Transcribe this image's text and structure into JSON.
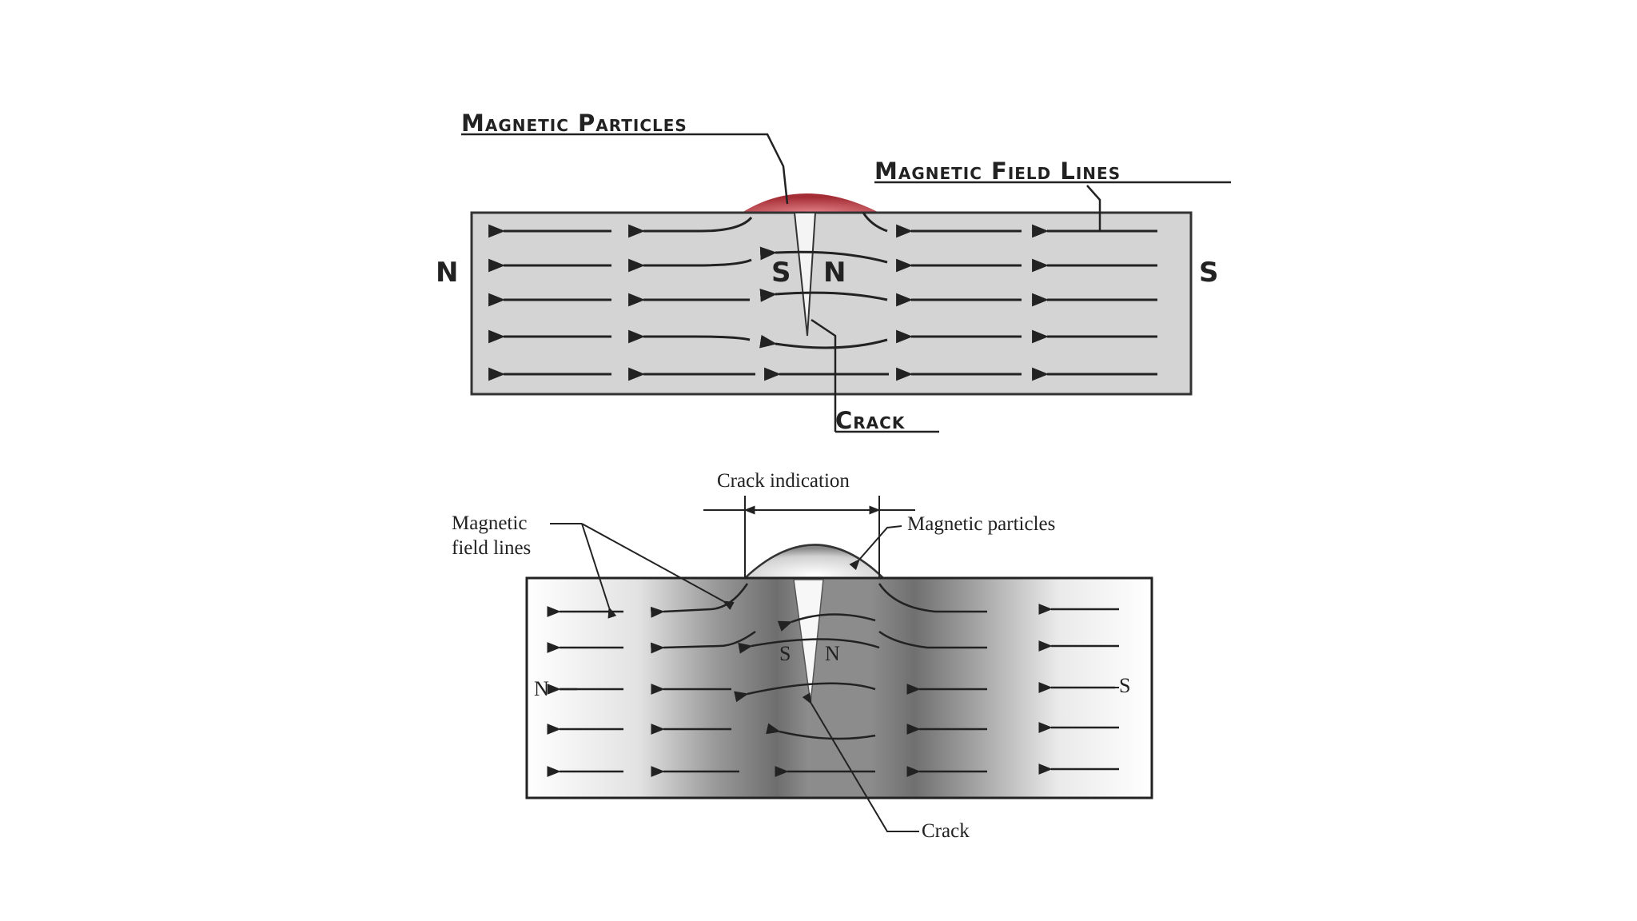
{
  "top_diagram": {
    "label_particles": "Magnetic Particles",
    "label_field_lines": "Magnetic Field Lines",
    "label_crack": "Crack",
    "pole_left": "N",
    "pole_right": "S",
    "crack_pole_s": "S",
    "crack_pole_n": "N"
  },
  "bottom_diagram": {
    "label_crack_indication": "Crack indication",
    "label_field_lines_1": "Magnetic",
    "label_field_lines_2": "field lines",
    "label_particles": "Magnetic particles",
    "label_crack": "Crack",
    "pole_left": "N",
    "pole_right": "S",
    "crack_pole_s": "S",
    "crack_pole_n": "N"
  },
  "colors": {
    "bar_fill_top": "#d4d4d4",
    "particles": "#b5333b",
    "ink": "#222222"
  }
}
